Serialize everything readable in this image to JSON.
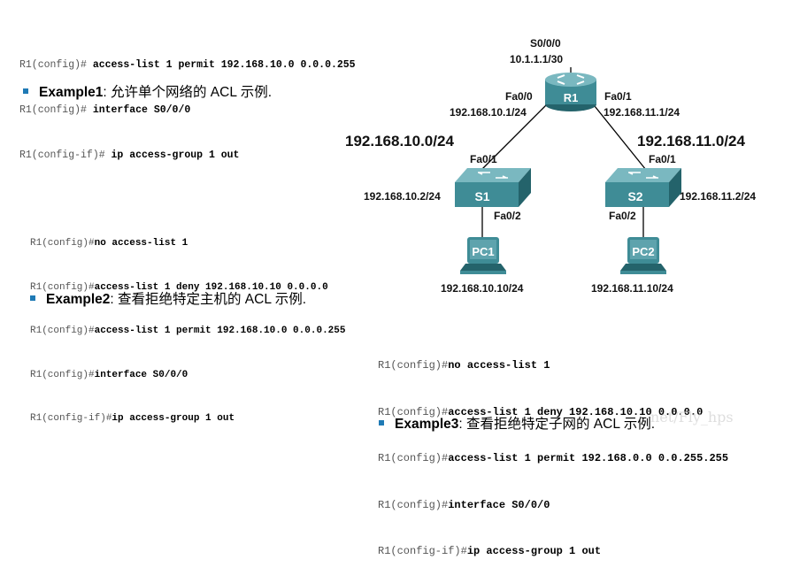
{
  "blocks": [
    {
      "lines": [
        {
          "prompt": "R1(config)#",
          "cmd": " access-list 1 permit 192.168.10.0 0.0.0.255"
        },
        {
          "prompt": "R1(config)#",
          "cmd": " interface S0/0/0"
        },
        {
          "prompt": "R1(config-if)#",
          "cmd": " ip access-group 1 out"
        }
      ],
      "example_bold": "Example1",
      "example_text": ": 允许单个网络的 ACL 示例."
    },
    {
      "lines": [
        {
          "prompt": "R1(config)#",
          "cmd": "no access-list 1"
        },
        {
          "prompt": "R1(config)#",
          "cmd": "access-list 1 deny 192.168.10.10 0.0.0.0"
        },
        {
          "prompt": "R1(config)#",
          "cmd": "access-list 1 permit 192.168.10.0 0.0.0.255"
        },
        {
          "prompt": "R1(config)#",
          "cmd": "interface S0/0/0"
        },
        {
          "prompt": "R1(config-if)#",
          "cmd": "ip access-group 1 out"
        }
      ],
      "example_bold": "Example2",
      "example_text": ": 查看拒绝特定主机的 ACL 示例."
    },
    {
      "lines": [
        {
          "prompt": "R1(config)#",
          "cmd": "no access-list 1"
        },
        {
          "prompt": "R1(config)#",
          "cmd": "access-list 1 deny 192.168.10.10 0.0.0.0"
        },
        {
          "prompt": "R1(config)#",
          "cmd": "access-list 1 permit 192.168.0.0 0.0.255.255"
        },
        {
          "prompt": "R1(config)#",
          "cmd": "interface S0/0/0"
        },
        {
          "prompt": "R1(config-if)#",
          "cmd": "ip access-group 1 out"
        }
      ],
      "example_bold": "Example3",
      "example_text": ": 查看拒绝特定子网的 ACL 示例."
    }
  ],
  "topology": {
    "router": {
      "name": "R1",
      "s0": "S0/0/0",
      "s0_ip": "10.1.1.1/30",
      "fa0_0": "Fa0/0",
      "fa0_0_ip": "192.168.10.1/24",
      "fa0_1": "Fa0/1",
      "fa0_1_ip": "192.168.11.1/24"
    },
    "net_left": "192.168.10.0/24",
    "net_right": "192.168.11.0/24",
    "switch1": {
      "name": "S1",
      "up_port": "Fa0/1",
      "ip": "192.168.10.2/24",
      "down_port": "Fa0/2"
    },
    "switch2": {
      "name": "S2",
      "up_port": "Fa0/1",
      "ip": "192.168.11.2/24",
      "down_port": "Fa0/2"
    },
    "pc1": {
      "name": "PC1",
      "ip": "192.168.10.10/24"
    },
    "pc2": {
      "name": "PC2",
      "ip": "192.168.11.10/24"
    }
  },
  "watermark": "net/Fly_hps",
  "colors": {
    "bullet": "#1f7ab5",
    "device_teal": "#3f8c96",
    "device_dark": "#24636b"
  }
}
